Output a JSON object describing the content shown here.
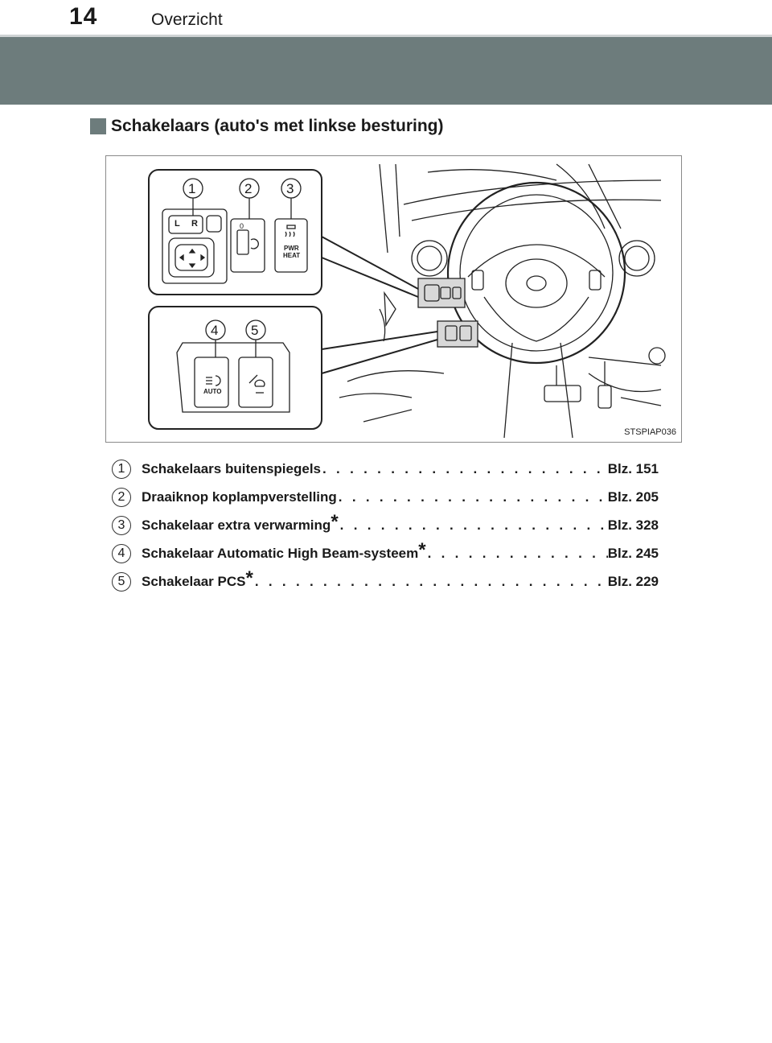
{
  "header": {
    "page_number": "14",
    "section_title": "Overzicht"
  },
  "heading": "Schakelaars (auto's met linkse besturing)",
  "figure": {
    "code": "STSPIAP036",
    "callouts": [
      "1",
      "2",
      "3",
      "4",
      "5"
    ],
    "switch_labels": {
      "mirror_left": "L",
      "mirror_right": "R",
      "heat_pwr": "PWR",
      "heat": "HEAT",
      "auto": "AUTO",
      "level_0": "0"
    }
  },
  "items": [
    {
      "number": "1",
      "label": "Schakelaars buitenspiegels",
      "star": "",
      "dots": ". . . . . . . . . . . . . . . . . . . . . . . . . . . . . . . . . . . . . . . . .",
      "ref": "Blz. 151"
    },
    {
      "number": "2",
      "label": "Draaiknop koplampverstelling",
      "star": "",
      "dots": ". . . . . . . . . . . . . . . . . . . . . . . . . . . . . . . . . . . . . . . . .",
      "ref": "Blz. 205"
    },
    {
      "number": "3",
      "label": "Schakelaar extra verwarming",
      "star": "*",
      "dots": ". . . . . . . . . . . . . . . . . . . . . . . . . . . . . . . . . . . . . . . . .",
      "ref": "Blz. 328"
    },
    {
      "number": "4",
      "label": "Schakelaar Automatic High Beam-systeem",
      "star": "*",
      "dots": ". . . . . . . . . . . . . . . . . . . . . . . . . . . . . . . . . . . . . . . . .",
      "ref": "Blz. 245"
    },
    {
      "number": "5",
      "label": "Schakelaar PCS",
      "star": "*",
      "dots": ". . . . . . . . . . . . . . . . . . . . . . . . . . . . . . . . . . . . . . . . . . . . . . . . . . . . .",
      "ref": "Blz. 229"
    }
  ]
}
